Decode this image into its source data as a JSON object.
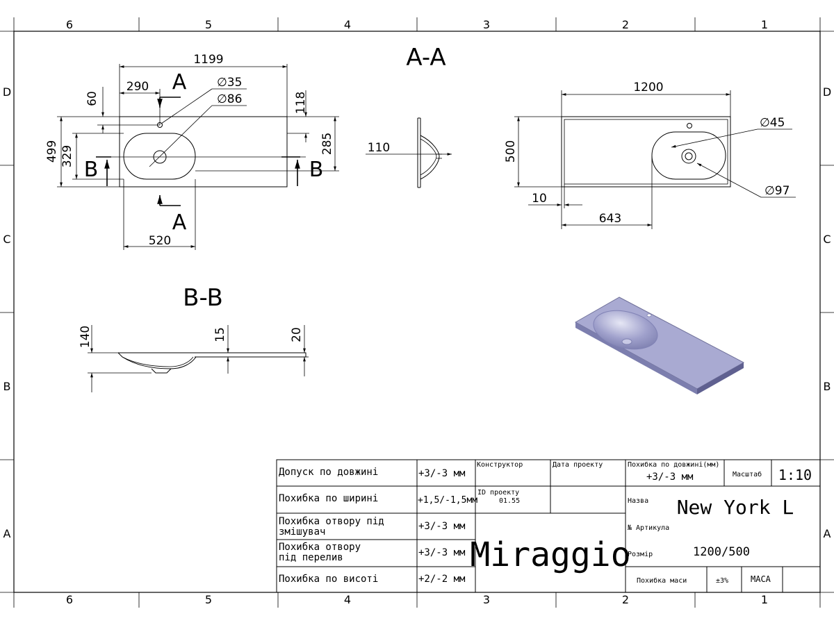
{
  "zones": {
    "columns": [
      "6",
      "5",
      "4",
      "3",
      "2",
      "1"
    ],
    "rows": [
      "D",
      "C",
      "B",
      "A"
    ]
  },
  "sections": {
    "aa": "A-A",
    "bb": "B-B",
    "cut_a": "A",
    "cut_b": "B"
  },
  "dims": {
    "top_width": "1199",
    "offset_290": "290",
    "d35": "∅35",
    "d86": "∅86",
    "v60": "60",
    "v118": "118",
    "v499": "499",
    "v329": "329",
    "v285": "285",
    "w520": "520",
    "depth110": "110",
    "w1200": "1200",
    "h500": "500",
    "d45": "∅45",
    "d97": "∅97",
    "w10": "10",
    "w643": "643",
    "h140": "140",
    "h15": "15",
    "h20": "20"
  },
  "title_block": {
    "rows": [
      {
        "label": "Допуск по довжині",
        "value": "+3/-3 мм"
      },
      {
        "label": "Похибка по ширині",
        "value": "+1,5/-1,5мм"
      },
      {
        "label": "Похибка отвору під\nзмішувач",
        "value": "+3/-3 мм"
      },
      {
        "label": "Похибка отвору\nпід перелив",
        "value": "+3/-3 мм"
      },
      {
        "label": "Похибка по висоті",
        "value": "+2/-2 мм"
      }
    ],
    "constructor_label": "Конструктор",
    "date_label": "Дата проекту",
    "id_label": "ID проекту",
    "id_value": "01.55",
    "brand": "Miraggio",
    "length_tol_label": "Похибка по довжині(мм)",
    "length_tol_value": "+3/-3 мм",
    "scale_label": "Масштаб",
    "scale_value": "1:10",
    "name_label": "Назва",
    "name_value": "New York L",
    "article_label": "№ Артикула",
    "size_label": "Розмір",
    "size_value": "1200/500",
    "mass_tol_label": "Похибка маси",
    "mass_tol_value": "±3%",
    "mass_label": "МАСА"
  },
  "colors": {
    "line": "#000000",
    "basin_top": "#a7a8cf",
    "basin_side": "#6f7099",
    "basin_bowl": "#8c8dc0"
  }
}
